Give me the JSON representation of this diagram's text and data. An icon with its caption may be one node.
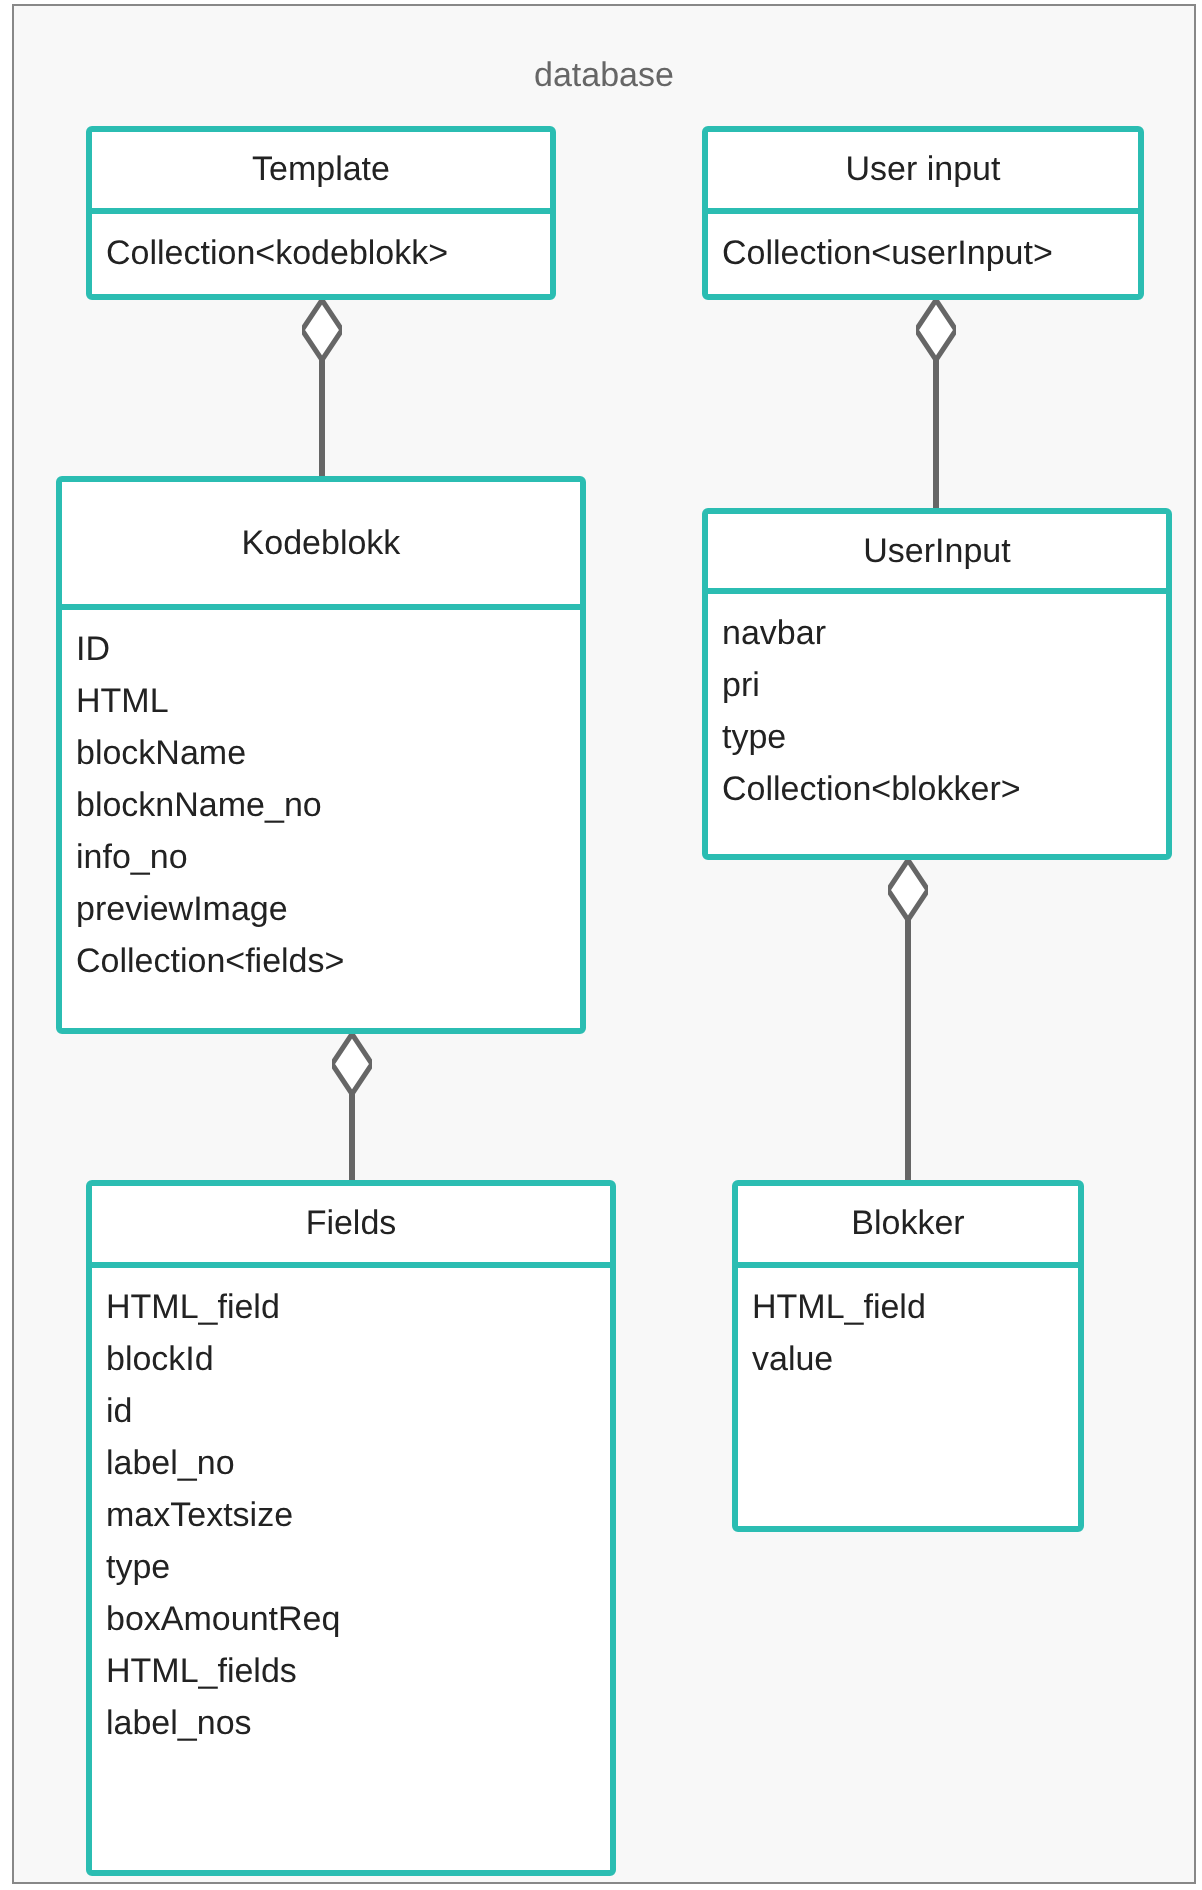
{
  "diagram": {
    "nodes": [
      {
        "text": [
          "database"
        ]
      },
      {
        "text": [
          "Template",
          "Collection<kodeblokk>"
        ],
        "in": 0
      },
      {
        "text": [
          "User input",
          "Collection<userInput>"
        ],
        "in": 0
      },
      {
        "text": [
          "Kodeblokk",
          "ID",
          "HTML",
          "blockName",
          "blocknName_no",
          "info_no",
          "previewImage",
          "Collection<fields>"
        ],
        "in": 0
      },
      {
        "text": [
          "UserInput",
          "navbar",
          "pri",
          "type",
          "Collection<blokker>"
        ],
        "in": 0
      },
      {
        "text": [
          "Fields",
          "HTML_field",
          "blockId",
          "id",
          "label_no",
          "maxTextsize",
          "type",
          "boxAmountReq",
          "HTML_fields",
          "label_nos"
        ],
        "in": 0
      },
      {
        "text": [
          "Blokker",
          "HTML_field",
          "value"
        ],
        "in": 0
      }
    ],
    "edges": [
      {
        "from": 3,
        "to": 1,
        "arrow": "other"
      },
      {
        "from": 4,
        "to": 2,
        "arrow": "other"
      },
      {
        "from": 5,
        "to": 3,
        "arrow": "other"
      },
      {
        "from": 6,
        "to": 4,
        "arrow": "other"
      }
    ]
  }
}
